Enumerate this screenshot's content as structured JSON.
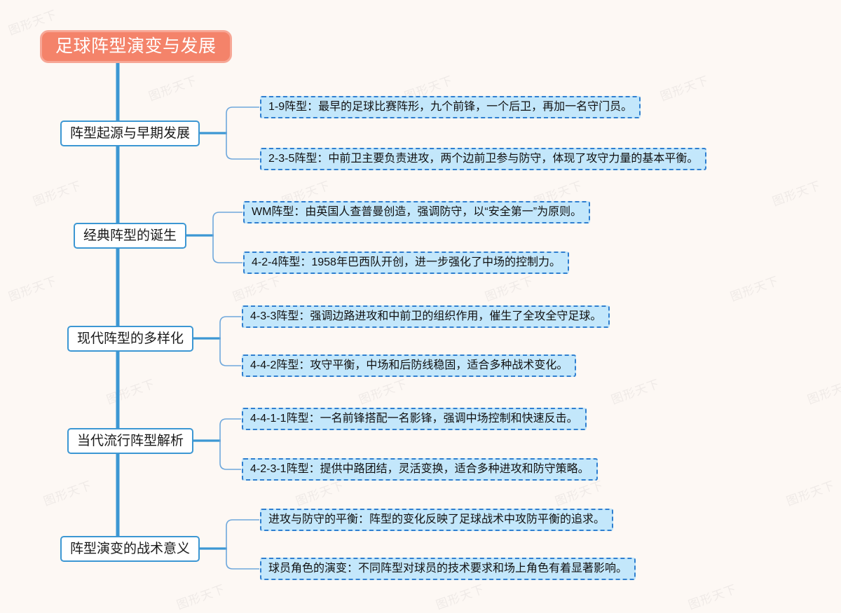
{
  "document": {
    "title": "足球阵型演变与发展",
    "type": "mindmap",
    "background_color": "#fdf8f4"
  },
  "theme": {
    "root_fill": "#f4836a",
    "root_border": "#f7a796",
    "root_text": "#ffffff",
    "branch_fill": "#ffffff",
    "branch_border": "#3c97d3",
    "branch_text": "#1a1a1a",
    "leaf_fill": "#c3e7fb",
    "leaf_border": "#2f7fd0",
    "leaf_text": "#111111",
    "trunk_color": "#3c97d3",
    "connector_color": "#6fa8dc"
  },
  "root": {
    "label": "足球阵型演变与发展"
  },
  "branches": [
    {
      "label": "阵型起源与早期发展",
      "children": [
        {
          "label": "1-9阵型：最早的足球比赛阵形，九个前锋，一个后卫，再加一名守门员。"
        },
        {
          "label": "2-3-5阵型：中前卫主要负责进攻，两个边前卫参与防守，体现了攻守力量的基本平衡。"
        }
      ]
    },
    {
      "label": "经典阵型的诞生",
      "children": [
        {
          "label": "WM阵型：由英国人查普曼创造，强调防守，以“安全第一”为原则。"
        },
        {
          "label": "4-2-4阵型：1958年巴西队开创，进一步强化了中场的控制力。"
        }
      ]
    },
    {
      "label": "现代阵型的多样化",
      "children": [
        {
          "label": "4-3-3阵型：强调边路进攻和中前卫的组织作用，催生了全攻全守足球。"
        },
        {
          "label": "4-4-2阵型：攻守平衡，中场和后防线稳固，适合多种战术变化。"
        }
      ]
    },
    {
      "label": "当代流行阵型解析",
      "children": [
        {
          "label": "4-4-1-1阵型：一名前锋搭配一名影锋，强调中场控制和快速反击。"
        },
        {
          "label": "4-2-3-1阵型：提供中路团结，灵活变换，适合多种进攻和防守策略。"
        }
      ]
    },
    {
      "label": "阵型演变的战术意义",
      "children": [
        {
          "label": "进攻与防守的平衡：阵型的变化反映了足球战术中攻防平衡的追求。"
        },
        {
          "label": "球员角色的演变：不同阵型对球员的技术要求和场上角色有着显著影响。"
        }
      ]
    }
  ],
  "watermark": {
    "text": "图形天下"
  }
}
